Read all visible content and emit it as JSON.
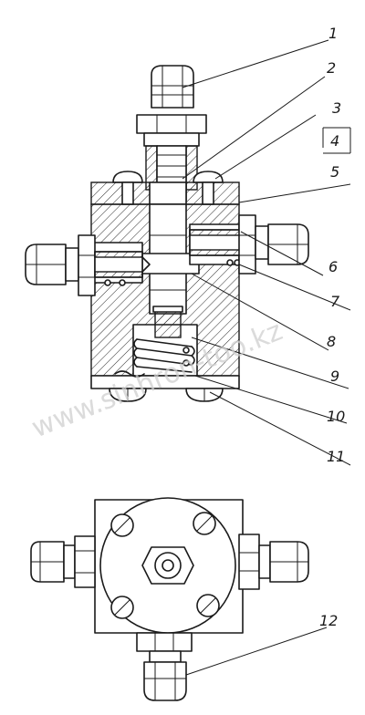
{
  "callouts": [
    {
      "label": "1"
    },
    {
      "label": "2"
    },
    {
      "label": "3"
    },
    {
      "label": "4"
    },
    {
      "label": "5"
    },
    {
      "label": "6"
    },
    {
      "label": "7"
    },
    {
      "label": "8"
    },
    {
      "label": "9"
    },
    {
      "label": "10"
    },
    {
      "label": "11"
    },
    {
      "label": "12"
    }
  ],
  "watermark": "www.sinhron-too.kz"
}
